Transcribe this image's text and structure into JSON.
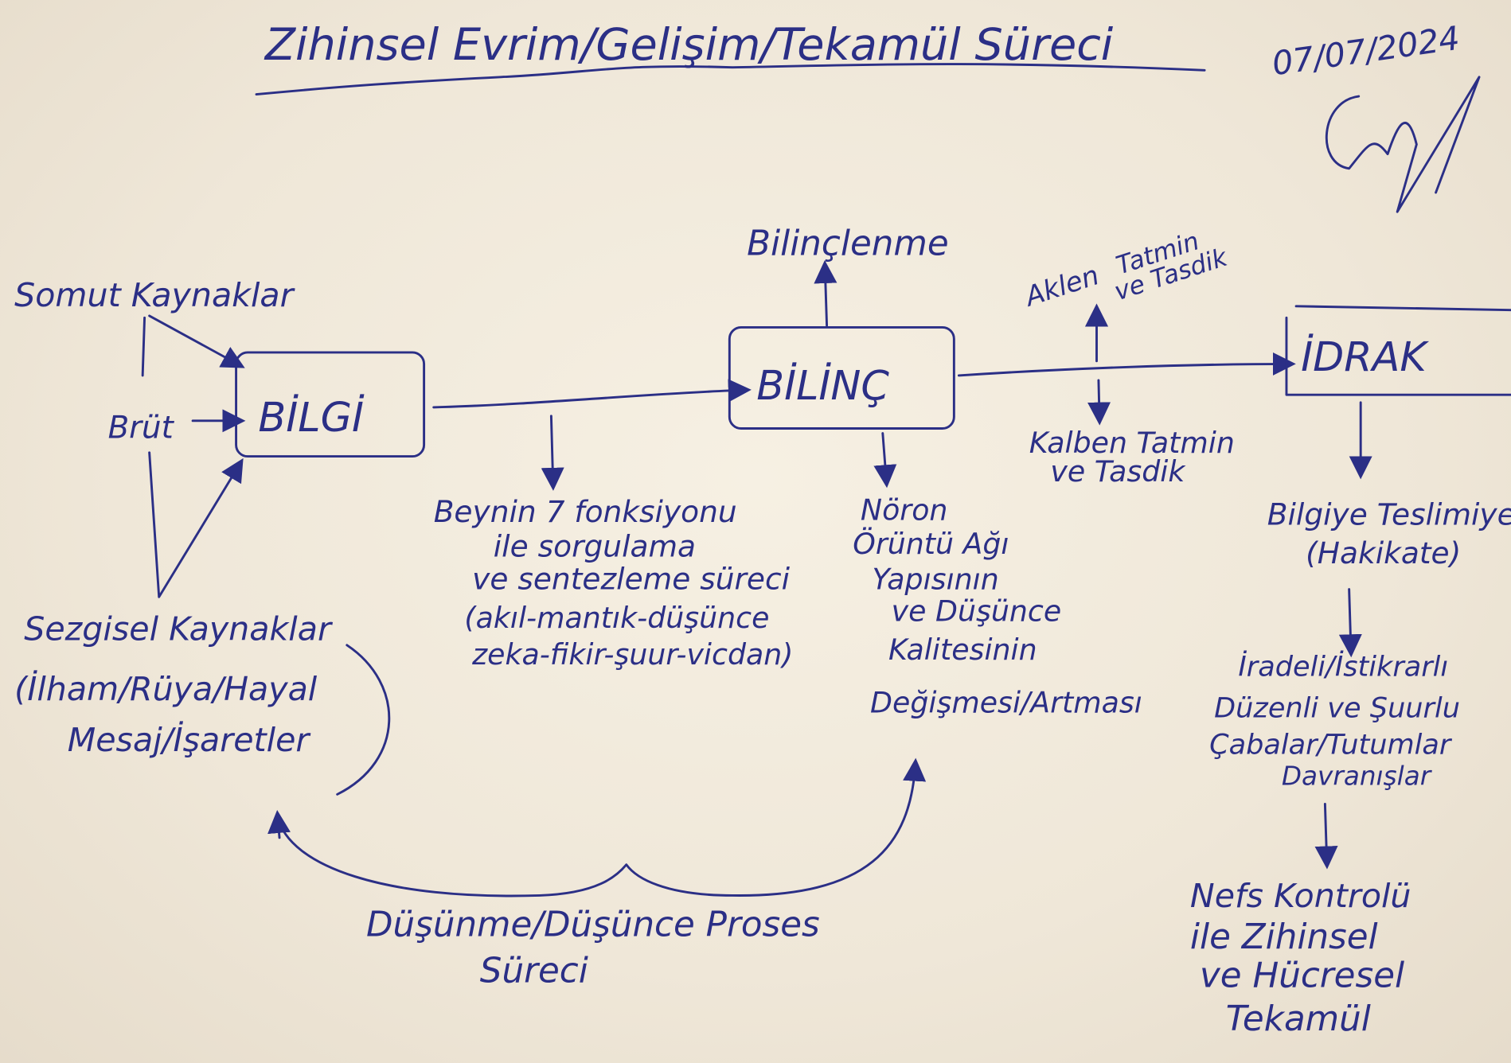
{
  "title": "Zihinsel Evrim/Gelişim/Tekamül Süreci",
  "date": "07/07/2024",
  "signature": "signature",
  "nodes": {
    "bilgi": "BİLGİ",
    "bilinc": "BİLİNÇ",
    "idrak": "İDRAK"
  },
  "inputs": {
    "somut": "Somut Kaynaklar",
    "brut": "Brüt",
    "sezgisel": "Sezgisel Kaynaklar",
    "sezgisel_detail_1": "(İlham/Rüya/Hayal",
    "sezgisel_detail_2": "Mesaj/İşaretler"
  },
  "bilinclenme": "Bilinçlenme",
  "beyin": [
    "Beynin 7 fonksiyonu",
    "ile sorgulama",
    "ve sentezleme süreci",
    "(akıl-mantık-düşünce",
    "zeka-fikir-şuur-vicdan)"
  ],
  "noron": [
    "Nöron",
    "Örüntü Ağı",
    "Yapısının",
    "ve Düşünce",
    "Kalitesinin",
    "Değişmesi/Artması"
  ],
  "aklen": [
    "Aklen",
    "Tatmin",
    "ve Tasdik"
  ],
  "kalben": [
    "Kalben Tatmin",
    "ve Tasdik"
  ],
  "teslimiyet": [
    "Bilgiye Teslimiyet",
    "(Hakikate)"
  ],
  "iradeli": [
    "İradeli/İstikrarlı",
    "Düzenli ve Şuurlu",
    "Çabalar/Tutumlar",
    "Davranışlar"
  ],
  "tekamul": [
    "Nefs Kontrolü",
    "ile Zihinsel",
    "ve Hücresel",
    "Tekamül"
  ],
  "proses": [
    "Düşünme/Düşünce Proses",
    "Süreci"
  ]
}
